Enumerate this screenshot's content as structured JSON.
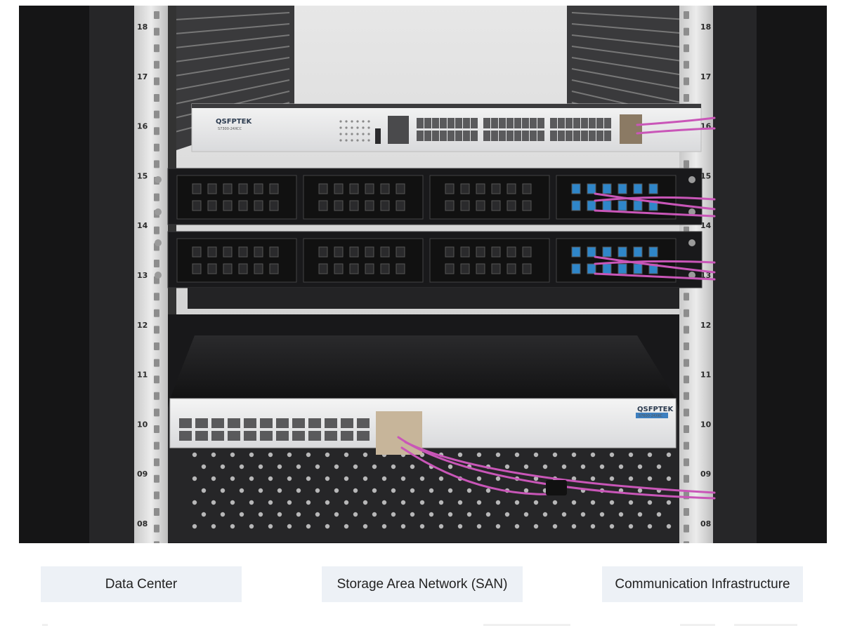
{
  "rack": {
    "unit_labels": [
      "18",
      "17",
      "16",
      "15",
      "14",
      "13",
      "12",
      "11",
      "10",
      "09",
      "08"
    ]
  },
  "switch_top": {
    "brand": "QSFPTEK",
    "model": "S7300-24XCC"
  },
  "switch_bottom": {
    "brand": "QSFPTEK",
    "model": "S7600-24XKC"
  },
  "categories": {
    "items": [
      {
        "label": "Data Center"
      },
      {
        "label": "Storage Area Network (SAN)"
      },
      {
        "label": "Communication Infrastructure"
      }
    ]
  },
  "colors": {
    "cable": "#c956b8",
    "tab_bg": "#edf1f6",
    "rack_bg": "#1f1f21",
    "accent_blue": "#2f86c9"
  }
}
